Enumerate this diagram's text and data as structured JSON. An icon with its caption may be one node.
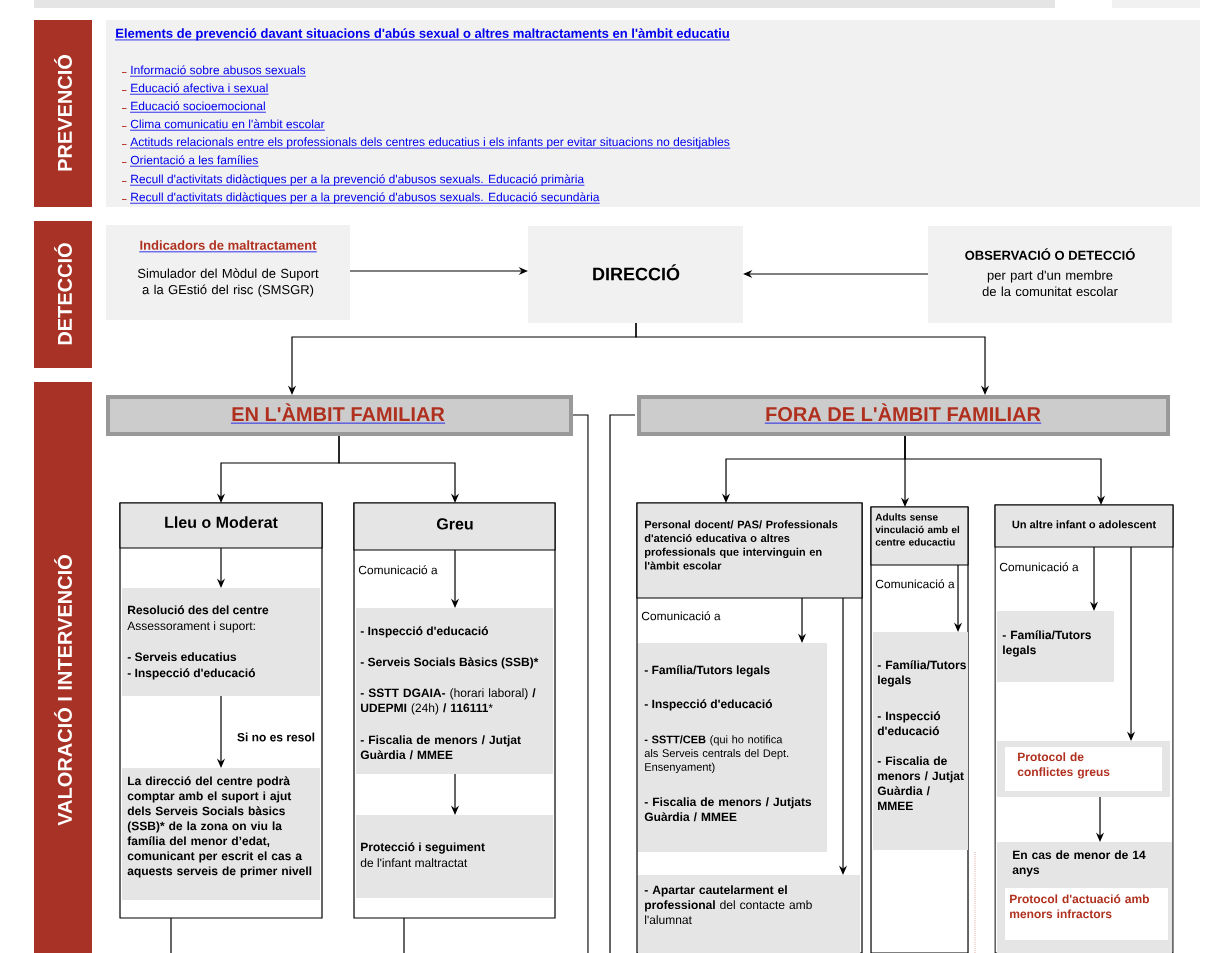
{
  "diagram": {
    "nodes": [
      {
        "text": [
          "PREVENCIÓ"
        ]
      },
      {
        "text": [
          "Elements de prevenció davant situacions d'abús sexual o altres maltractaments en l'àmbit educatiu",
          "Informació sobre abusos sexuals",
          "Educació afectiva i sexual",
          "Educació socioemocional",
          "Clima comunicatiu en l'àmbit escolar",
          "Actituds relacionals entre els professionals dels centres educatius i els infants per evitar situacions no desitjables",
          "Orientació a les famílies",
          "Recull d'activitats didàctiques per a la prevenció d'abusos sexuals. Educació primària",
          "Recull d'activitats didàctiques per a la prevenció d'abusos sexuals. Educació secundària"
        ]
      },
      {
        "text": [
          "DETECCIÓ"
        ]
      },
      {
        "text": [
          "Indicadors de maltractament",
          "Simulador del Mòdul de Suport a la GEstió del risc (SMSGR)"
        ]
      },
      {
        "text": [
          "DIRECCIÓ"
        ]
      },
      {
        "text": [
          "OBSERVACIÓ O DETECCIÓ",
          "per part d'un membre de la comunitat escolar"
        ]
      },
      {
        "text": [
          "VALORACIÓ I INTERVENCIÓ"
        ]
      },
      {
        "text": [
          "EN L'ÀMBIT FAMILIAR"
        ]
      },
      {
        "text": [
          "FORA DE L'ÀMBIT FAMILIAR"
        ]
      },
      {
        "text": [],
        "shape": "box"
      },
      {
        "text": [
          "Lleu o Moderat"
        ],
        "in": 9
      },
      {
        "text": [
          "Resolució des del centre",
          "Assessorament i suport:",
          "- Serveis educatius",
          "- Inspecció d'educació"
        ],
        "in": 9
      },
      {
        "text": [
          "La direcció del centre podrà comptar amb el suport i ajut dels Serveis Socials bàsics (SSB)* de la zona on viu la família del menor d’edat, comunicant per escrit el cas a aquests serveis de primer nivell"
        ],
        "in": 9
      },
      {
        "text": [
          "Comunicació a"
        ]
      },
      {
        "text": [
          "Greu"
        ],
        "in": 13
      },
      {
        "text": [
          "- Inspecció d'educació",
          "- Serveis Socials Bàsics (SSB)*",
          "**- SSTT DGAIA-** (horari laboral) **/ UDEPMI** (24h) **/ 116111***",
          "- Fiscalia de menors / Jutjat Guàrdia / MMEE"
        ],
        "in": 13
      },
      {
        "text": [
          "Protecció i seguiment",
          "de l'infant maltractat"
        ],
        "in": 13
      },
      {
        "text": [
          "Comunicació a"
        ]
      },
      {
        "text": [
          "Personal docent/ PAS/ Professionals d'atenció educativa o altres professionals que intervinguin en l'àmbit escolar"
        ],
        "in": 17
      },
      {
        "text": [
          "- Família/Tutors legals",
          "- Inspecció d'educació",
          "**- SSTT/CEB** (qui ho notifica als Serveis centrals del Dept. Ensenyament)",
          "- Fiscalia de menors / Jutjats Guàrdia / MMEE"
        ],
        "in": 17
      },
      {
        "text": [
          "**- Apartar cautelarment el professional** del contacte amb l'alumnat"
        ],
        "in": 17
      },
      {
        "text": [
          "Comunicació a"
        ]
      },
      {
        "text": [
          "Adults sense vinculació amb el centre educactiu"
        ],
        "in": 21
      },
      {
        "text": [
          "- Família/Tutors legals",
          "- Inspecció d'educació",
          "- Fiscalia de menors / Jutjat Guàrdia / MMEE"
        ],
        "in": 21
      },
      {
        "text": [
          "Comunicació a"
        ]
      },
      {
        "text": [
          "Un altre infant o adolescent"
        ],
        "in": 24
      },
      {
        "text": [
          "- Família/Tutors legals"
        ],
        "in": 24
      },
      {
        "text": [
          "Protocol de conflictes greus"
        ],
        "in": 24
      },
      {
        "text": [
          "En cas de menor de 14 anys"
        ],
        "in": 24
      },
      {
        "text": [
          "Protocol d'actuació amb menors infractors"
        ],
        "in": 28
      }
    ],
    "edges": [
      {
        "from": 3,
        "to": 4,
        "arrow": "to"
      },
      {
        "from": 5,
        "to": 4,
        "arrow": "to"
      },
      {
        "from": 4,
        "to": 7,
        "arrow": "to"
      },
      {
        "from": 4,
        "to": 8,
        "arrow": "to"
      },
      {
        "from": 7,
        "to": 10,
        "arrow": "to"
      },
      {
        "from": 7,
        "to": 14,
        "arrow": "to"
      },
      {
        "from": 10,
        "to": 11,
        "arrow": "to"
      },
      {
        "from": 11,
        "to": 12,
        "arrow": "to",
        "label": "Si no es resol"
      },
      {
        "from": 14,
        "to": 15,
        "arrow": "to"
      },
      {
        "from": 15,
        "to": 16,
        "arrow": "to"
      },
      {
        "from": 8,
        "to": 18,
        "arrow": "to"
      },
      {
        "from": 8,
        "to": 22,
        "arrow": "to"
      },
      {
        "from": 8,
        "to": 25,
        "arrow": "to"
      },
      {
        "from": 18,
        "to": 19,
        "arrow": "to"
      },
      {
        "from": 18,
        "to": 20,
        "arrow": "to"
      },
      {
        "from": 22,
        "to": 23,
        "arrow": "to"
      },
      {
        "from": 25,
        "to": 26,
        "arrow": "to"
      },
      {
        "from": 25,
        "to": 27,
        "arrow": "to"
      },
      {
        "from": 27,
        "to": 28,
        "arrow": "to"
      },
      {
        "from": 7,
        "to": null,
        "arrow": "none"
      },
      {
        "from": 8,
        "to": null,
        "arrow": "none"
      },
      {
        "from": 9,
        "to": null,
        "arrow": "none"
      },
      {
        "from": 13,
        "to": null,
        "arrow": "none"
      }
    ]
  }
}
